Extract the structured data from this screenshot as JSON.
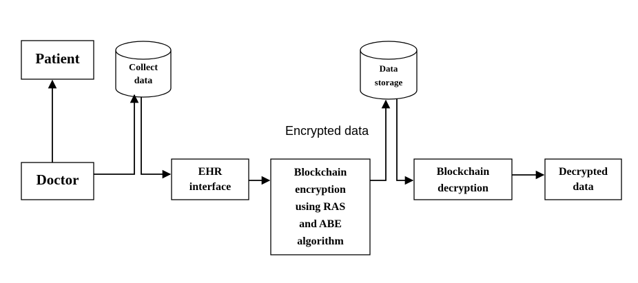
{
  "colors": {
    "stroke": "#000000",
    "fill": "#ffffff",
    "background": "#ffffff"
  },
  "nodes": {
    "patient": {
      "label": "Patient"
    },
    "collect_data": {
      "label_lines": [
        "Collect",
        "data"
      ]
    },
    "doctor": {
      "label": "Doctor"
    },
    "ehr_interface": {
      "label_lines": [
        "EHR",
        "interface"
      ]
    },
    "blockchain_encryption": {
      "label_lines": [
        "Blockchain",
        "encryption",
        "using RAS",
        "and ABE",
        "algorithm"
      ]
    },
    "data_storage": {
      "label_lines": [
        "Data",
        "storage"
      ]
    },
    "blockchain_decryption": {
      "label_lines": [
        "Blockchain",
        "decryption"
      ]
    },
    "decrypted_data": {
      "label_lines": [
        "Decrypted",
        "data"
      ]
    }
  },
  "edge_labels": {
    "encrypted_data": "Encrypted data"
  }
}
